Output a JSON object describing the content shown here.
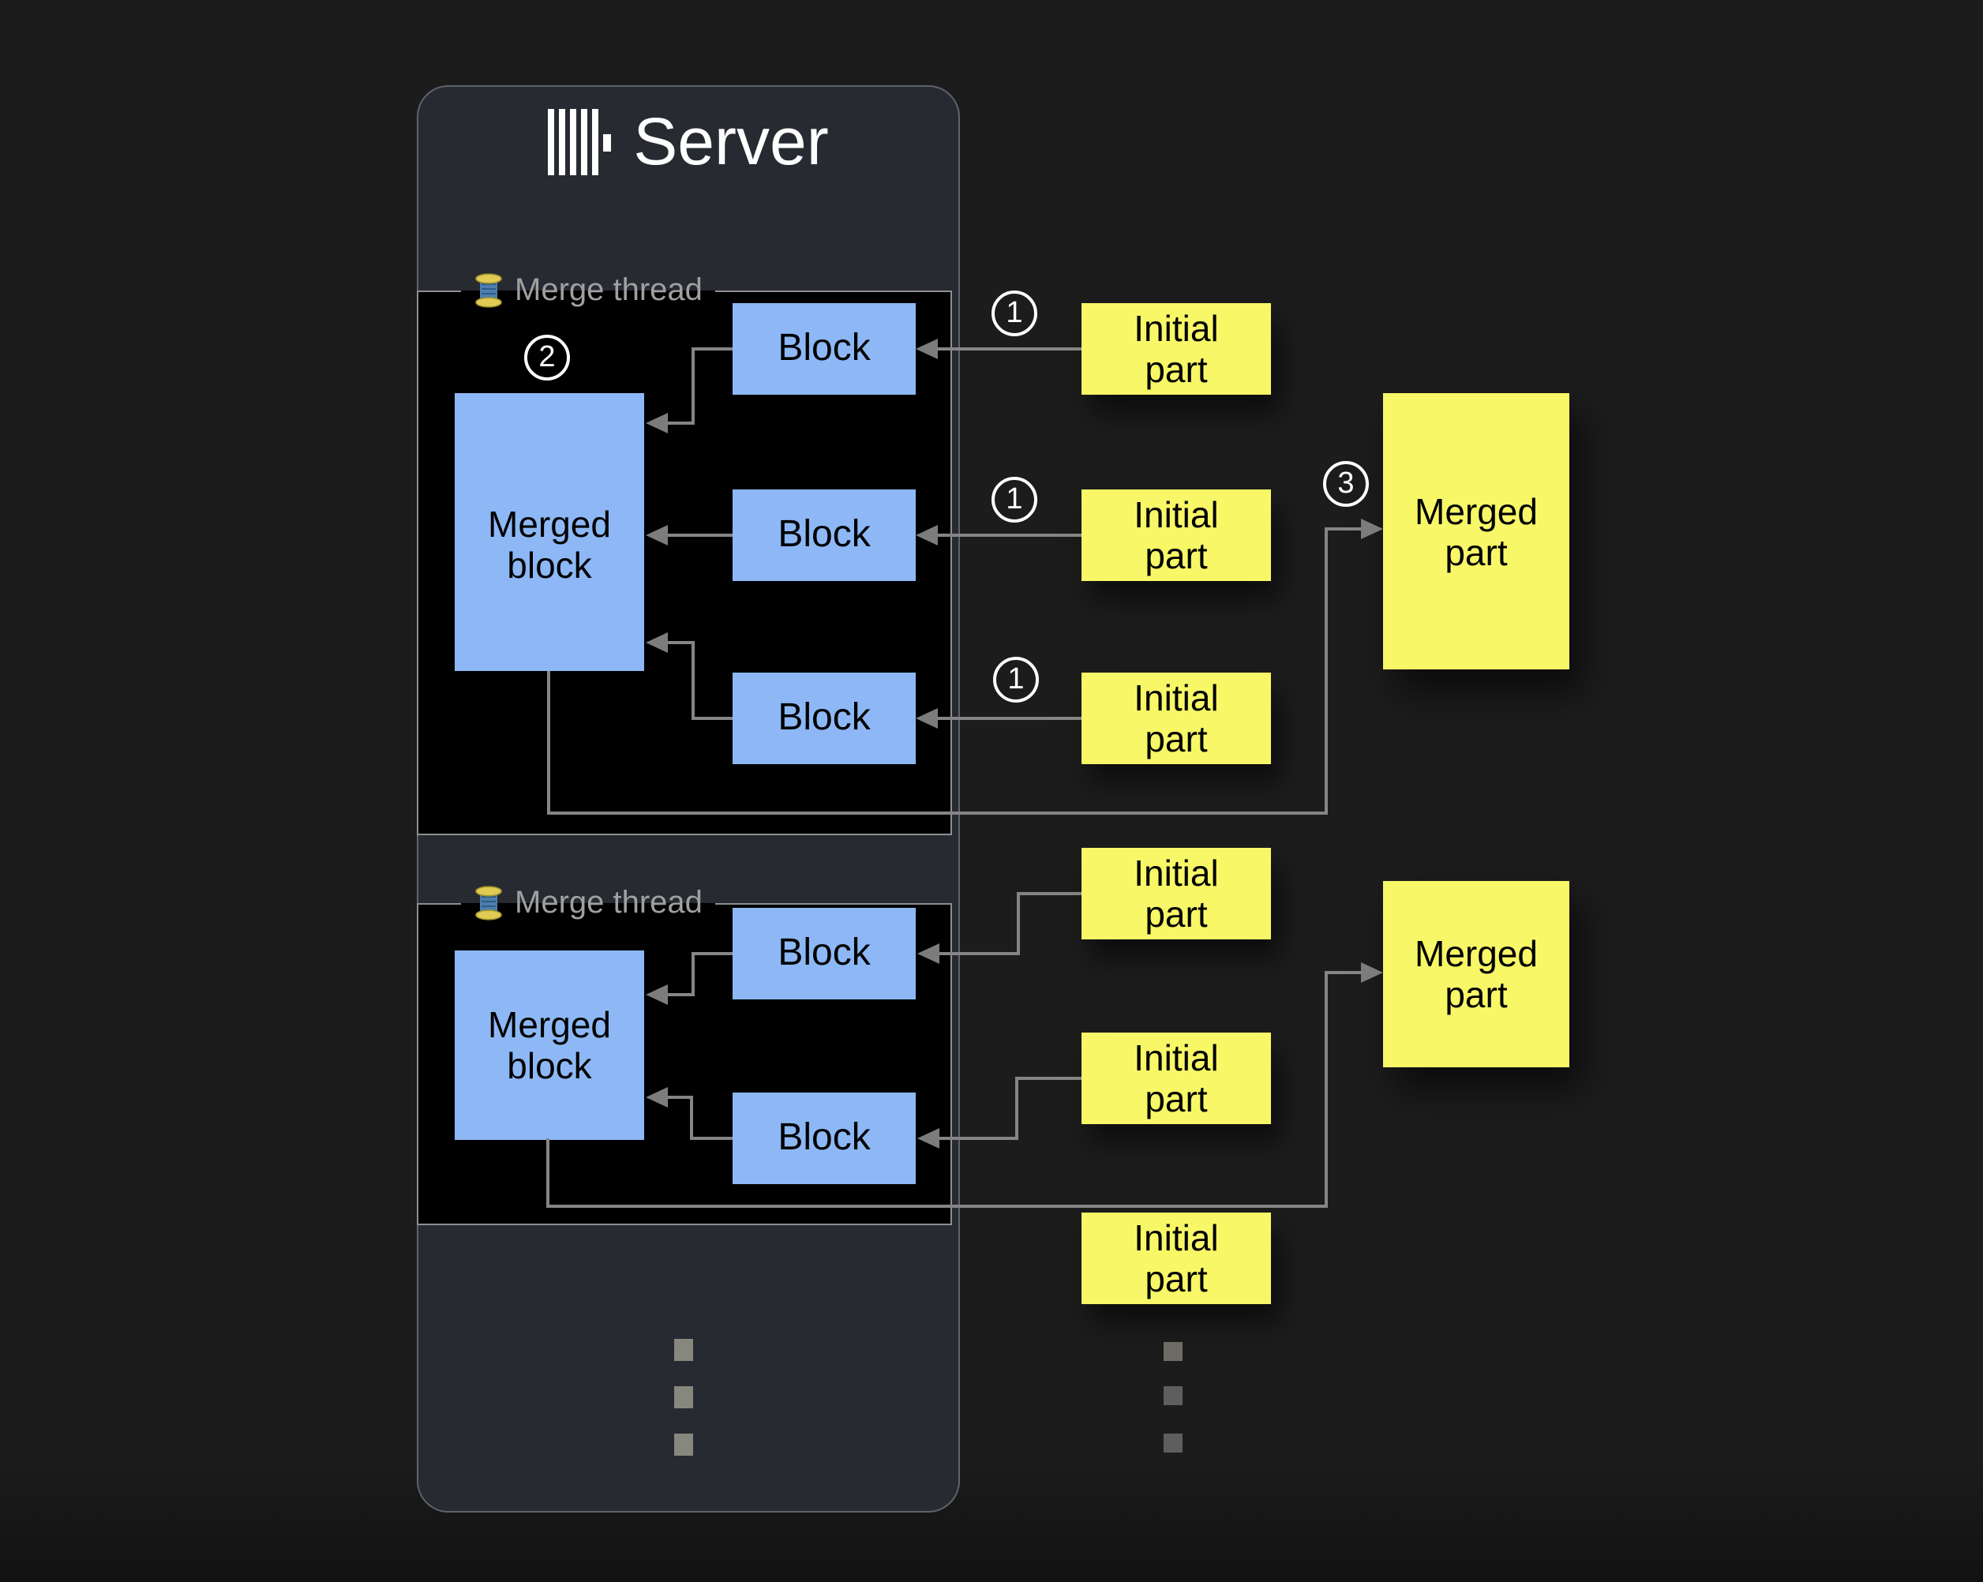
{
  "colors": {
    "page_bg": "#1c1c1c",
    "server_bg": "#272a31",
    "server_border": "#5f646c",
    "section_bg": "#000000",
    "section_border": "#8f8f8f",
    "block_fill": "#8db8f5",
    "part_fill": "#f8f767",
    "connector": "#858585",
    "thread_label_gray": "#a0a0a0",
    "badge_white": "#ffffff"
  },
  "server": {
    "title": "Server",
    "logo_icon": "clickhouse-bars-icon",
    "sections": [
      {
        "label": "Merge thread",
        "icon": "thread-spool-icon",
        "badge": "2",
        "merged_block": "Merged\nblock",
        "blocks": [
          "Block",
          "Block",
          "Block"
        ]
      },
      {
        "label": "Merge thread",
        "icon": "thread-spool-icon",
        "merged_block": "Merged\nblock",
        "blocks": [
          "Block",
          "Block"
        ]
      }
    ],
    "ellipsis": [
      "",
      "",
      ""
    ]
  },
  "pipeline": {
    "initial_part_label": "Initial\npart",
    "merged_part_label": "Merged\npart",
    "step1_badge": "1",
    "step2_badge": "2",
    "step3_badge": "3",
    "ellipsis": [
      "",
      "",
      ""
    ]
  }
}
